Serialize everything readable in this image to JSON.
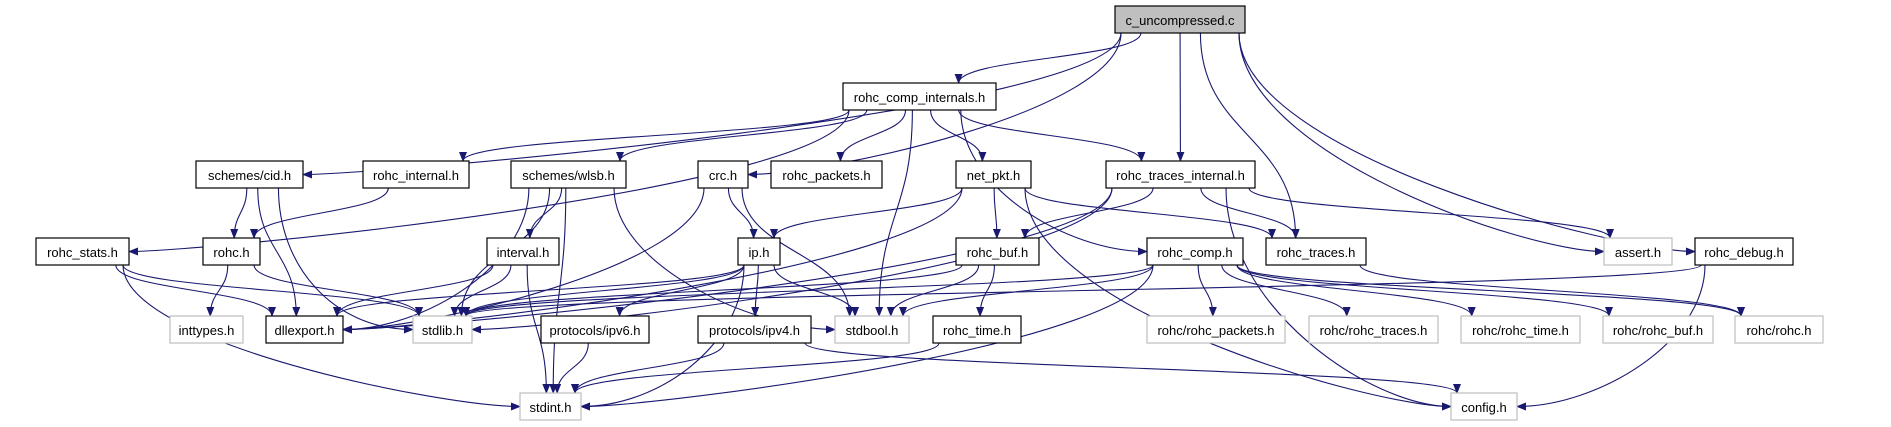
{
  "title": "c_uncompressed.c include dependency graph",
  "colors": {
    "edge": "#191970",
    "root_fill": "#bfbfbf",
    "root_border": "#000000",
    "internal_fill": "#ffffff",
    "internal_border": "#000000",
    "external_fill": "#ffffff",
    "external_border": "#bfbfbf"
  },
  "nodes": [
    {
      "id": "c_uncompressed",
      "label": "c_uncompressed.c",
      "kind": "root"
    },
    {
      "id": "rohc_comp_internals",
      "label": "rohc_comp_internals.h",
      "kind": "internal"
    },
    {
      "id": "schemes_cid",
      "label": "schemes/cid.h",
      "kind": "internal"
    },
    {
      "id": "rohc_internal",
      "label": "rohc_internal.h",
      "kind": "internal"
    },
    {
      "id": "schemes_wlsb",
      "label": "schemes/wlsb.h",
      "kind": "internal"
    },
    {
      "id": "crc",
      "label": "crc.h",
      "kind": "internal"
    },
    {
      "id": "rohc_packets",
      "label": "rohc_packets.h",
      "kind": "internal"
    },
    {
      "id": "net_pkt",
      "label": "net_pkt.h",
      "kind": "internal"
    },
    {
      "id": "rohc_traces_internal",
      "label": "rohc_traces_internal.h",
      "kind": "internal"
    },
    {
      "id": "rohc_stats",
      "label": "rohc_stats.h",
      "kind": "internal"
    },
    {
      "id": "rohc",
      "label": "rohc.h",
      "kind": "internal"
    },
    {
      "id": "interval",
      "label": "interval.h",
      "kind": "internal"
    },
    {
      "id": "ip",
      "label": "ip.h",
      "kind": "internal"
    },
    {
      "id": "rohc_buf",
      "label": "rohc_buf.h",
      "kind": "internal"
    },
    {
      "id": "rohc_comp",
      "label": "rohc_comp.h",
      "kind": "internal"
    },
    {
      "id": "rohc_traces",
      "label": "rohc_traces.h",
      "kind": "internal"
    },
    {
      "id": "assert",
      "label": "assert.h",
      "kind": "external"
    },
    {
      "id": "rohc_debug",
      "label": "rohc_debug.h",
      "kind": "internal"
    },
    {
      "id": "inttypes",
      "label": "inttypes.h",
      "kind": "external"
    },
    {
      "id": "dllexport",
      "label": "dllexport.h",
      "kind": "internal"
    },
    {
      "id": "stdlib",
      "label": "stdlib.h",
      "kind": "external"
    },
    {
      "id": "protocols_ipv6",
      "label": "protocols/ipv6.h",
      "kind": "internal"
    },
    {
      "id": "protocols_ipv4",
      "label": "protocols/ipv4.h",
      "kind": "internal"
    },
    {
      "id": "stdbool",
      "label": "stdbool.h",
      "kind": "external"
    },
    {
      "id": "rohc_time",
      "label": "rohc_time.h",
      "kind": "internal"
    },
    {
      "id": "rohc_rohc_packets",
      "label": "rohc/rohc_packets.h",
      "kind": "external"
    },
    {
      "id": "rohc_rohc_traces",
      "label": "rohc/rohc_traces.h",
      "kind": "external"
    },
    {
      "id": "rohc_rohc_time",
      "label": "rohc/rohc_time.h",
      "kind": "external"
    },
    {
      "id": "rohc_rohc_buf",
      "label": "rohc/rohc_buf.h",
      "kind": "external"
    },
    {
      "id": "rohc_rohc",
      "label": "rohc/rohc.h",
      "kind": "external"
    },
    {
      "id": "stdint",
      "label": "stdint.h",
      "kind": "external"
    },
    {
      "id": "config",
      "label": "config.h",
      "kind": "external"
    }
  ],
  "edges": [
    [
      "c_uncompressed",
      "rohc_comp_internals"
    ],
    [
      "c_uncompressed",
      "schemes_cid"
    ],
    [
      "c_uncompressed",
      "crc"
    ],
    [
      "c_uncompressed",
      "rohc_traces_internal"
    ],
    [
      "c_uncompressed",
      "rohc_traces"
    ],
    [
      "c_uncompressed",
      "assert"
    ],
    [
      "c_uncompressed",
      "rohc_debug"
    ],
    [
      "rohc_comp_internals",
      "rohc_stats"
    ],
    [
      "rohc_comp_internals",
      "rohc_internal"
    ],
    [
      "rohc_comp_internals",
      "schemes_wlsb"
    ],
    [
      "rohc_comp_internals",
      "rohc_packets"
    ],
    [
      "rohc_comp_internals",
      "net_pkt"
    ],
    [
      "rohc_comp_internals",
      "rohc_traces_internal"
    ],
    [
      "rohc_comp_internals",
      "rohc_comp"
    ],
    [
      "rohc_comp_internals",
      "stdbool"
    ],
    [
      "schemes_cid",
      "rohc"
    ],
    [
      "schemes_cid",
      "dllexport"
    ],
    [
      "schemes_cid",
      "stdlib"
    ],
    [
      "rohc_internal",
      "rohc"
    ],
    [
      "schemes_wlsb",
      "interval"
    ],
    [
      "schemes_wlsb",
      "dllexport"
    ],
    [
      "schemes_wlsb",
      "stdlib"
    ],
    [
      "schemes_wlsb",
      "stdint"
    ],
    [
      "schemes_wlsb",
      "stdbool"
    ],
    [
      "crc",
      "ip"
    ],
    [
      "crc",
      "dllexport"
    ],
    [
      "crc",
      "stdbool"
    ],
    [
      "net_pkt",
      "ip"
    ],
    [
      "net_pkt",
      "rohc_buf"
    ],
    [
      "net_pkt",
      "rohc_traces"
    ],
    [
      "net_pkt",
      "dllexport"
    ],
    [
      "net_pkt",
      "config"
    ],
    [
      "rohc_traces_internal",
      "rohc_traces"
    ],
    [
      "rohc_traces_internal",
      "rohc_buf"
    ],
    [
      "rohc_traces_internal",
      "assert"
    ],
    [
      "rohc_traces_internal",
      "dllexport"
    ],
    [
      "rohc_traces_internal",
      "stdlib"
    ],
    [
      "rohc_traces_internal",
      "config"
    ],
    [
      "rohc_stats",
      "dllexport"
    ],
    [
      "rohc_stats",
      "stdlib"
    ],
    [
      "rohc_stats",
      "stdint"
    ],
    [
      "rohc",
      "inttypes"
    ],
    [
      "rohc",
      "stdlib"
    ],
    [
      "interval",
      "dllexport"
    ],
    [
      "interval",
      "stdlib"
    ],
    [
      "interval",
      "stdint"
    ],
    [
      "ip",
      "protocols_ipv6"
    ],
    [
      "ip",
      "protocols_ipv4"
    ],
    [
      "ip",
      "stdbool"
    ],
    [
      "ip",
      "stdlib"
    ],
    [
      "ip",
      "stdint"
    ],
    [
      "ip",
      "dllexport"
    ],
    [
      "rohc_buf",
      "rohc_time"
    ],
    [
      "rohc_buf",
      "stdbool"
    ],
    [
      "rohc_buf",
      "stdlib"
    ],
    [
      "rohc_comp",
      "rohc_rohc_packets"
    ],
    [
      "rohc_comp",
      "rohc_rohc_traces"
    ],
    [
      "rohc_comp",
      "rohc_rohc_time"
    ],
    [
      "rohc_comp",
      "rohc_rohc_buf"
    ],
    [
      "rohc_comp",
      "rohc_rohc"
    ],
    [
      "rohc_comp",
      "stdbool"
    ],
    [
      "rohc_comp",
      "stdlib"
    ],
    [
      "rohc_comp",
      "stdint"
    ],
    [
      "rohc_traces",
      "rohc_rohc"
    ],
    [
      "rohc_debug",
      "stdlib"
    ],
    [
      "rohc_debug",
      "config"
    ],
    [
      "protocols_ipv6",
      "stdint"
    ],
    [
      "protocols_ipv4",
      "stdint"
    ],
    [
      "protocols_ipv4",
      "config"
    ],
    [
      "rohc_time",
      "stdint"
    ]
  ]
}
